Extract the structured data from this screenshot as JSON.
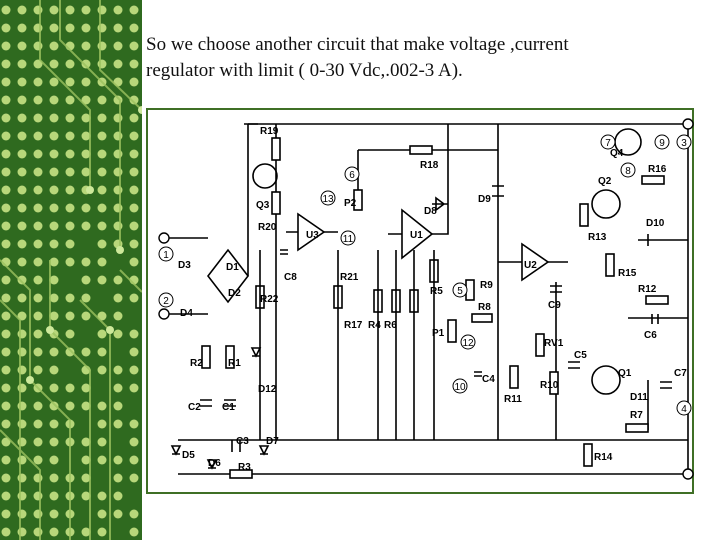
{
  "slide": {
    "caption_line1": "So we choose another circuit that make voltage ,current",
    "caption_line2": " regulator with limit ( 0-30 Vdc,.002-3 A)."
  },
  "schematic": {
    "components": [
      "R19",
      "Q3",
      "R20",
      "R18",
      "P2",
      "D8",
      "D9",
      "U3",
      "U1",
      "Q4",
      "Q2",
      "R16",
      "R13",
      "D10",
      "R15",
      "U2",
      "R12",
      "C6",
      "C8",
      "R21",
      "R5",
      "R9",
      "R8",
      "C9",
      "R22",
      "R17",
      "R4",
      "R6",
      "P1",
      "RV1",
      "C5",
      "Q1",
      "C7",
      "D3",
      "D1",
      "D2",
      "D4",
      "R2",
      "R1",
      "D12",
      "C2",
      "C1",
      "C4",
      "R11",
      "R10",
      "D11",
      "R7",
      "C3",
      "D7",
      "D5",
      "D6",
      "R3",
      "R14"
    ],
    "nodes": [
      "1",
      "2",
      "6",
      "13",
      "11",
      "5",
      "12",
      "10",
      "7",
      "9",
      "8",
      "3",
      "4"
    ]
  },
  "colors": {
    "sidebar": "#2f6a1f",
    "sidebar_dots": "#b8d77a",
    "frame": "#3f6f25"
  }
}
